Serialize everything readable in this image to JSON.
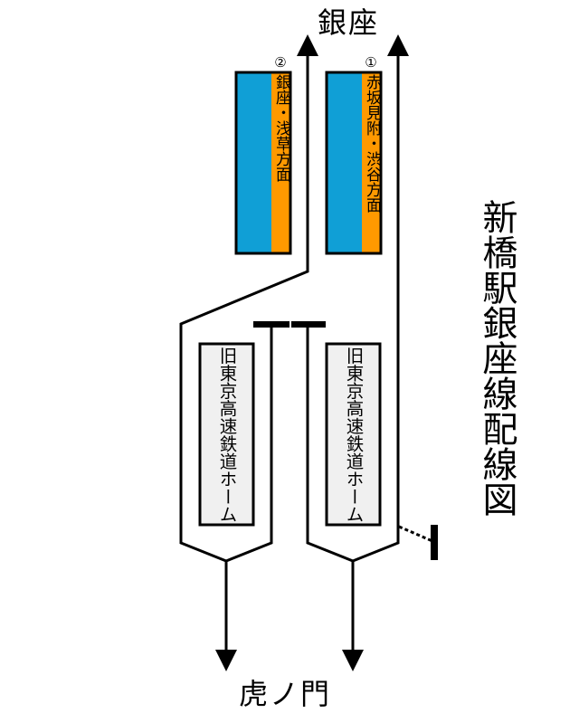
{
  "title": "新橋駅銀座線配線図",
  "destinations": {
    "north": "銀座",
    "south": "虎ノ門"
  },
  "colors": {
    "track": "#000000",
    "platform_active": "#109fd6",
    "platform_sign": "#ff9900",
    "platform_old": "#f0f0f0"
  },
  "platforms": [
    {
      "number": "①",
      "direction": "赤坂見附・渋谷方面"
    },
    {
      "number": "②",
      "direction": "銀座・浅草方面"
    }
  ],
  "old_platforms": [
    {
      "label": "旧東京高速鉄道ホーム"
    },
    {
      "label": "旧東京高速鉄道ホーム"
    }
  ]
}
